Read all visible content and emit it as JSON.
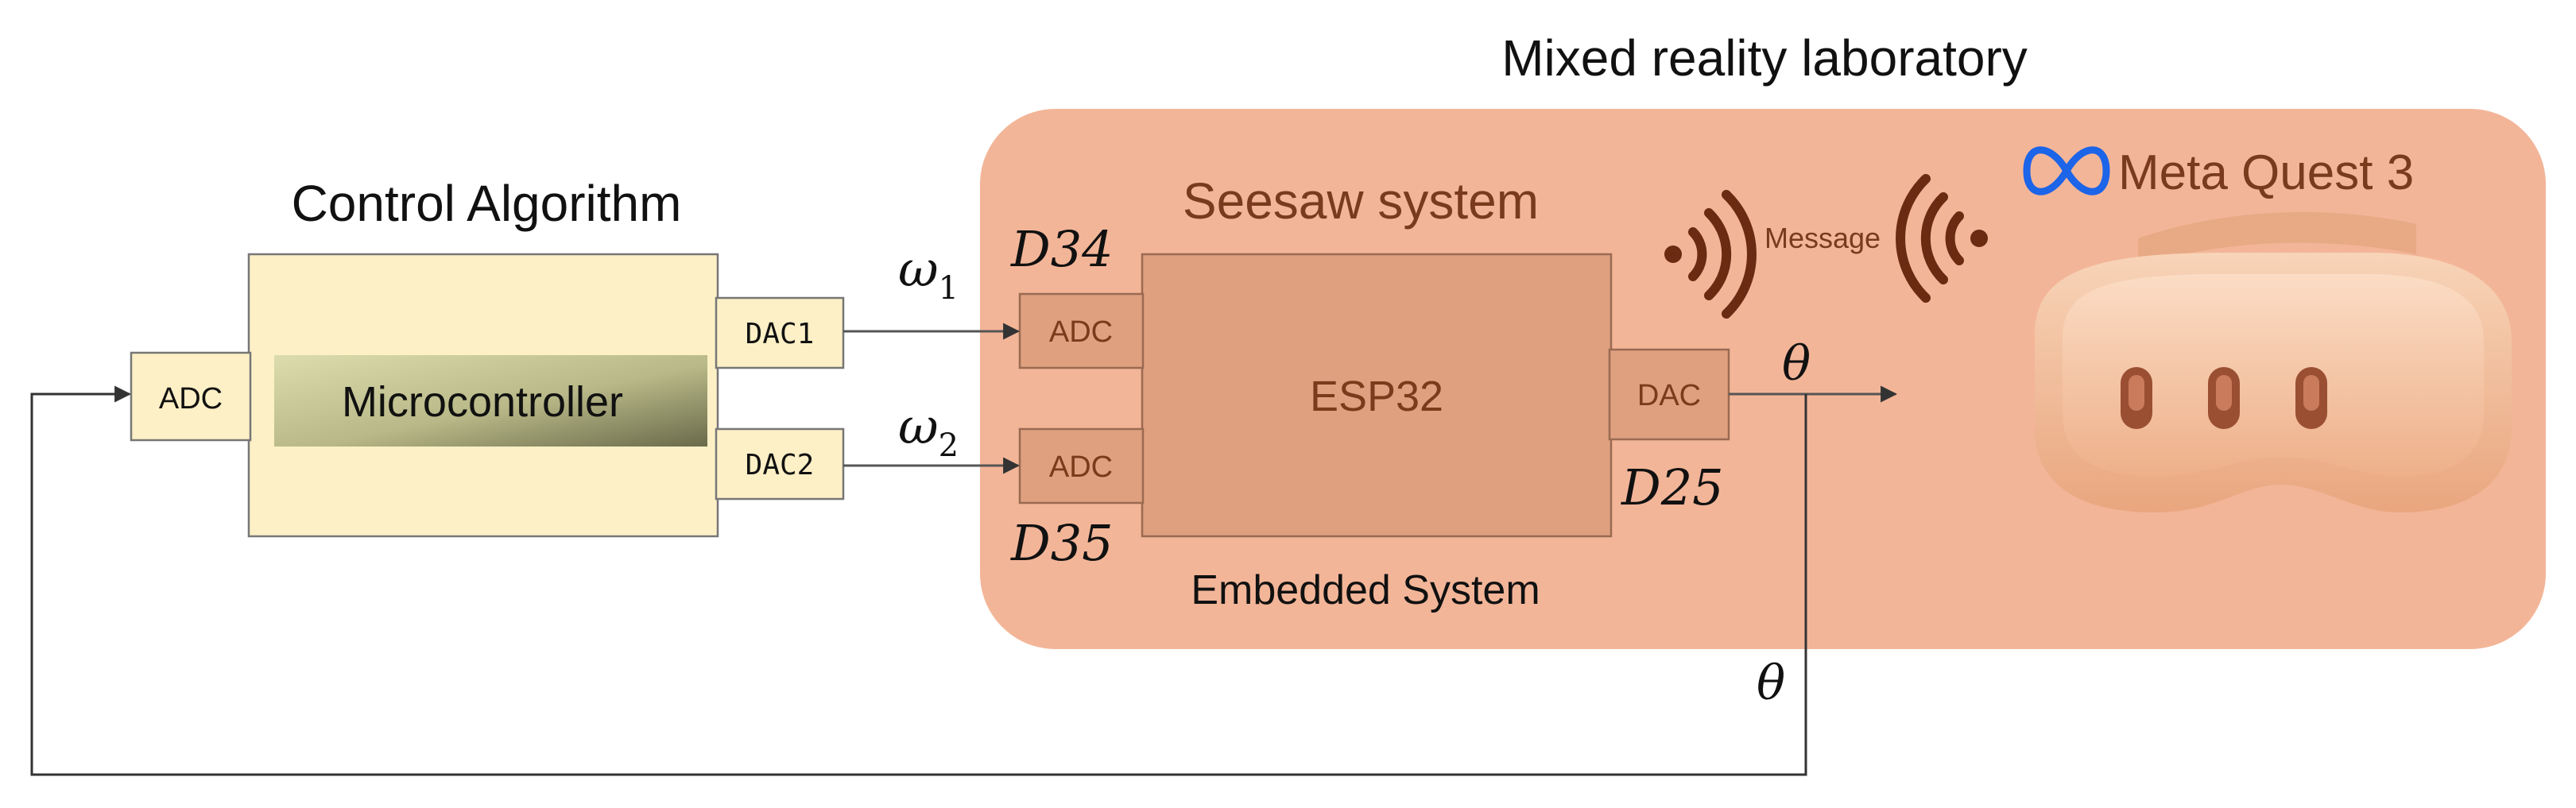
{
  "lab": {
    "title": "Mixed reality laboratory"
  },
  "control": {
    "title": "Control Algorithm",
    "block_label": "Microcontroller",
    "adc_label": "ADC",
    "dac1_label": "DAC1",
    "dac2_label": "DAC2"
  },
  "seesaw": {
    "title": "Seesaw system",
    "subtitle": "Embedded System",
    "mcu_label": "ESP32",
    "adc1_label": "ADC",
    "adc2_label": "ADC",
    "dac_label": "DAC"
  },
  "pins": {
    "d34": "D34",
    "d35": "D35",
    "d25": "D25"
  },
  "signals": {
    "omega1_base": "ω",
    "omega1_sub": "1",
    "omega2_base": "ω",
    "omega2_sub": "2",
    "theta_out": "θ",
    "theta_feedback": "θ"
  },
  "wireless": {
    "message": "Message",
    "icons": [
      "wifi-left-icon",
      "wifi-right-icon"
    ]
  },
  "headset": {
    "brand": "Meta Quest 3",
    "logo_icon": "meta-infinity-icon"
  },
  "colors": {
    "lab_bg": "#f3b598",
    "control_block": "#fdf0c6",
    "port_yellow": "#fdf0c6",
    "port_tan": "#dea07e",
    "esp_block": "#dea07e",
    "text_brown": "#7a3b1c",
    "line": "#222222",
    "wifi_brown": "#6b2a12",
    "logo_blue": "#1c64e8",
    "headset_peach": "#f6c8a8"
  }
}
